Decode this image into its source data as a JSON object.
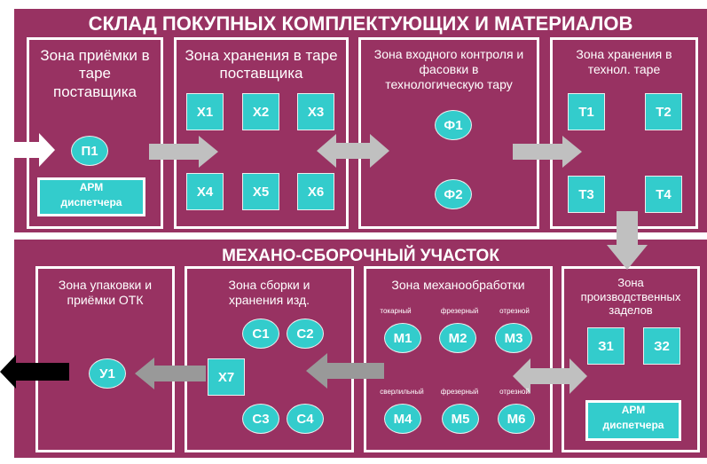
{
  "warehouse": {
    "title": "СКЛАД ПОКУПНЫХ КОМПЛЕКТУЮЩИХ И МАТЕРИАЛОВ",
    "zones": [
      {
        "title": "Зона приёмки в таре поставщика",
        "items": [
          "П1"
        ],
        "arm": [
          "АРМ",
          "диспетчера"
        ]
      },
      {
        "title": "Зона хранения в таре поставщика",
        "items": [
          "Х1",
          "Х2",
          "Х3",
          "Х4",
          "Х5",
          "Х6"
        ]
      },
      {
        "title": "Зона входного контроля и фасовки в технологическую тару",
        "items": [
          "Ф1",
          "Ф2"
        ]
      },
      {
        "title": "Зона хранения в технол. таре",
        "items": [
          "Т1",
          "Т2",
          "Т3",
          "Т4"
        ]
      }
    ]
  },
  "workshop": {
    "title": "МЕХАНО-СБОРОЧНЫЙ УЧАСТОК",
    "zones": [
      {
        "title": "Зона упаковки и приёмки ОТК",
        "items": [
          "У1"
        ]
      },
      {
        "title": "Зона сборки и хранения изд.",
        "items": [
          "С1",
          "С2",
          "С3",
          "С4",
          "Х7"
        ]
      },
      {
        "title": "Зона механообработки",
        "items": [
          "М1",
          "М2",
          "М3",
          "М4",
          "М5",
          "М6"
        ],
        "labels": [
          "токарный",
          "фрезерный",
          "отрезной",
          "сверлильный",
          "фрезерный",
          "отрезной"
        ]
      },
      {
        "title": "Зона производственных заделов",
        "items": [
          "З1",
          "З2"
        ],
        "arm": [
          "АРМ",
          "диспетчера"
        ]
      }
    ]
  },
  "colors": {
    "panel": "#983262",
    "item": "#33cccc",
    "arrow": "#c0c0c0"
  }
}
